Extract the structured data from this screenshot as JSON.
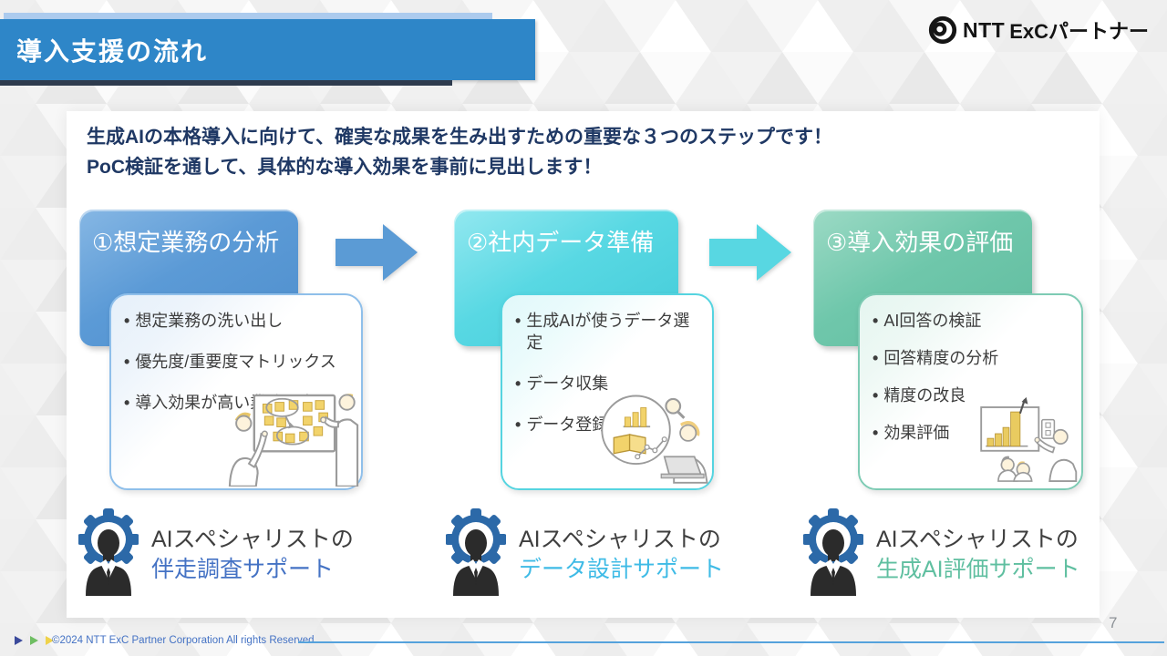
{
  "slide": {
    "title": "導入支援の流れ",
    "logo": {
      "brand": "NTT",
      "suffix": "ExCパートナー",
      "icon": "ntt-dynamic-loop-icon"
    },
    "intro": {
      "line1": "生成AIの本格導入に向けて、確実な成果を生み出すための重要な３つのステップです！",
      "line2": "PoC検証を通して、具体的な導入効果を事前に見出します！"
    },
    "steps": [
      {
        "label": "①想定業務の分析",
        "bullets": [
          "想定業務の洗い出し",
          "優先度/重要度マトリックス",
          "導入効果が高い業務選定"
        ],
        "illustration": "workshop-whiteboard-illustration",
        "accent": "#5B9BD5",
        "card_border": "#8FBFEA",
        "support": {
          "line1": "AIスペシャリストの",
          "line2": "伴走調査サポート",
          "color": "#4472C4"
        }
      },
      {
        "label": "②社内データ準備",
        "bullets": [
          "生成AIが使うデータ選定",
          "データ収集",
          "データ登録"
        ],
        "illustration": "data-collection-laptop-illustration",
        "accent": "#58D7E2",
        "card_border": "#55D4E0",
        "support": {
          "line1": "AIスペシャリストの",
          "line2": "データ設計サポート",
          "color": "#3FBBE6"
        }
      },
      {
        "label": "③導入効果の評価",
        "bullets": [
          "AI回答の検証",
          "回答精度の分析",
          "精度の改良",
          "効果評価"
        ],
        "illustration": "evaluation-presentation-illustration",
        "accent": "#6FC6AB",
        "card_border": "#7ECBB4",
        "support": {
          "line1": "AIスペシャリストの",
          "line2": "生成AI評価サポート",
          "color": "#5FBFA0"
        }
      }
    ],
    "footer": {
      "copyright": "©2024 NTT ExC Partner Corporation All rights Reserved.",
      "page_number": "7"
    },
    "theme": {
      "title_bar": "#2E86C8",
      "title_accent_top": "#ACCBEE",
      "title_accent_bottom": "#2E3B4E",
      "intro_text": "#1F3864",
      "footer_line": "#55A2DC",
      "footer_triangles": [
        "#3B4A9B",
        "#6FBE63",
        "#EFD24A"
      ]
    }
  }
}
